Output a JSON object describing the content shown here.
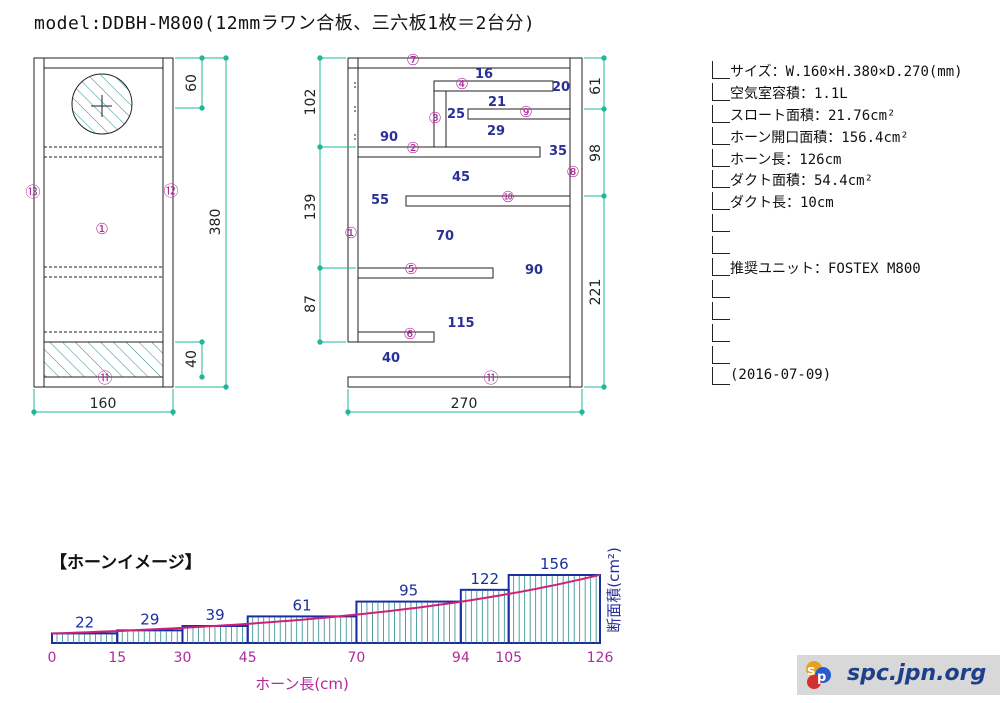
{
  "title": "model:DDBH-M800(12mmラワン合板、三六板1枚＝2台分)",
  "front_view": {
    "dims": {
      "height": "380",
      "top_offset": "60",
      "bottom_offset": "40",
      "width": "160"
    },
    "part_labels": {
      "main": "①",
      "left": "⑬",
      "right": "⑫",
      "bottom": "⑪"
    }
  },
  "side_view": {
    "dims_left": {
      "top": "102",
      "mid": "139",
      "bottom": "87"
    },
    "dims_right": {
      "top": "61",
      "mid": "98",
      "bottom": "221"
    },
    "depth": "270",
    "part_labels": {
      "p1": "①",
      "p2": "②",
      "p3": "③",
      "p4": "④",
      "p5": "⑤",
      "p6": "⑥",
      "p7": "⑦",
      "p8": "⑧",
      "p9": "⑨",
      "p10": "⑩",
      "p11": "⑪"
    },
    "gap_labels": {
      "g16": "16",
      "g20": "20",
      "g21": "21",
      "g25": "25",
      "g29": "29",
      "g90a": "90",
      "g35": "35",
      "g45": "45",
      "g55": "55",
      "g70": "70",
      "g90b": "90",
      "g115": "115",
      "g40": "40"
    }
  },
  "specs": {
    "lines": [
      "サイズ：W.160×H.380×D.270(mm)",
      "空気室容積：1.1L",
      "スロート面積：21.76cm²",
      "ホーン開口面積：156.4cm²",
      "ホーン長：126cm",
      "ダクト面積：54.4cm²",
      "ダクト長：10cm",
      "",
      "",
      "推奨ユニット：FOSTEX M800",
      "",
      "",
      "",
      "",
      "(2016-07-09)"
    ]
  },
  "horn_image": {
    "title": "【ホーンイメージ】"
  },
  "chart_data": {
    "type": "bar",
    "xlabel": "ホーン長(cm)",
    "ylabel": "断面積(cm²)",
    "x_ticks": [
      0,
      15,
      30,
      45,
      70,
      94,
      105,
      126
    ],
    "steps": [
      {
        "x0": 0,
        "x1": 15,
        "value": 22
      },
      {
        "x0": 15,
        "x1": 30,
        "value": 29
      },
      {
        "x0": 30,
        "x1": 45,
        "value": 39
      },
      {
        "x0": 45,
        "x1": 70,
        "value": 61
      },
      {
        "x0": 70,
        "x1": 94,
        "value": 95
      },
      {
        "x0": 94,
        "x1": 105,
        "value": 122
      },
      {
        "x0": 105,
        "x1": 126,
        "value": 156
      }
    ],
    "ideal_curve": {
      "start": 21.76,
      "end": 156.4
    },
    "xlim": [
      0,
      126
    ],
    "ylim": [
      0,
      156
    ]
  },
  "colors": {
    "dim_line": "#1fb89a",
    "part_label": "#b02a9c",
    "gap_label": "#2a3099",
    "curve": "#d0207a",
    "bar_outline": "#1a2ea0",
    "hatch": "#2a8a8a"
  },
  "logo": {
    "text": "spc.jpn.org"
  }
}
